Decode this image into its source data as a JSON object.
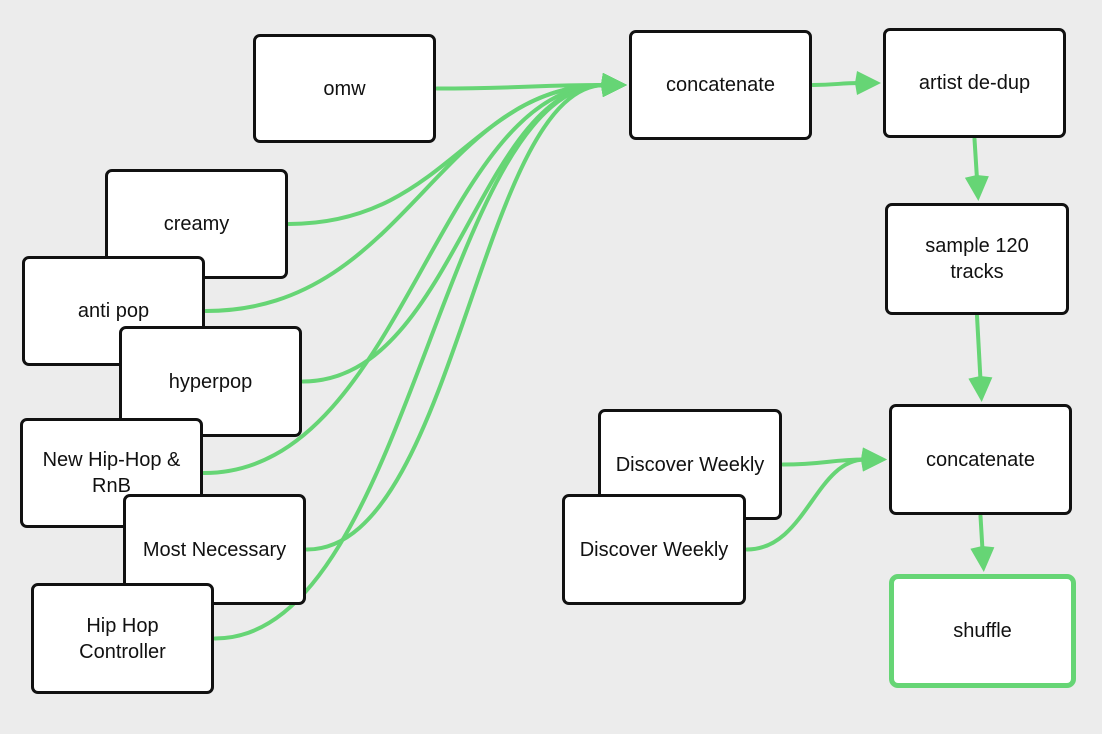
{
  "colors": {
    "background": "#ececec",
    "node_fill": "#ffffff",
    "node_border": "#111111",
    "edge": "#66d575",
    "highlight_border": "#66d575"
  },
  "nodes": [
    {
      "id": "omw",
      "label": "omw",
      "kind": "source"
    },
    {
      "id": "creamy",
      "label": "creamy",
      "kind": "source"
    },
    {
      "id": "anti-pop",
      "label": "anti pop",
      "kind": "source"
    },
    {
      "id": "hyperpop",
      "label": "hyperpop",
      "kind": "source"
    },
    {
      "id": "new-hip-hop-rnb",
      "label": "New Hip-Hop &\nRnB",
      "kind": "source"
    },
    {
      "id": "most-necessary",
      "label": "Most Necessary",
      "kind": "source"
    },
    {
      "id": "hip-hop-controller",
      "label": "Hip Hop\nController",
      "kind": "source"
    },
    {
      "id": "concatenate-1",
      "label": "concatenate",
      "kind": "pipeline"
    },
    {
      "id": "artist-de-dup",
      "label": "artist de-dup",
      "kind": "pipeline"
    },
    {
      "id": "sample-120",
      "label": "sample 120\ntracks",
      "kind": "pipeline"
    },
    {
      "id": "discover-weekly-1",
      "label": "Discover Weekly",
      "kind": "source"
    },
    {
      "id": "discover-weekly-2",
      "label": "Discover Weekly",
      "kind": "source"
    },
    {
      "id": "concatenate-2",
      "label": "concatenate",
      "kind": "pipeline"
    },
    {
      "id": "shuffle",
      "label": "shuffle",
      "kind": "pipeline",
      "highlighted": true
    }
  ],
  "edges": [
    {
      "from": "omw",
      "to": "concatenate-1"
    },
    {
      "from": "creamy",
      "to": "concatenate-1"
    },
    {
      "from": "anti-pop",
      "to": "concatenate-1"
    },
    {
      "from": "hyperpop",
      "to": "concatenate-1"
    },
    {
      "from": "new-hip-hop-rnb",
      "to": "concatenate-1"
    },
    {
      "from": "most-necessary",
      "to": "concatenate-1"
    },
    {
      "from": "hip-hop-controller",
      "to": "concatenate-1"
    },
    {
      "from": "concatenate-1",
      "to": "artist-de-dup"
    },
    {
      "from": "artist-de-dup",
      "to": "sample-120"
    },
    {
      "from": "sample-120",
      "to": "concatenate-2"
    },
    {
      "from": "discover-weekly-1",
      "to": "concatenate-2"
    },
    {
      "from": "discover-weekly-2",
      "to": "concatenate-2"
    },
    {
      "from": "concatenate-2",
      "to": "shuffle"
    }
  ]
}
